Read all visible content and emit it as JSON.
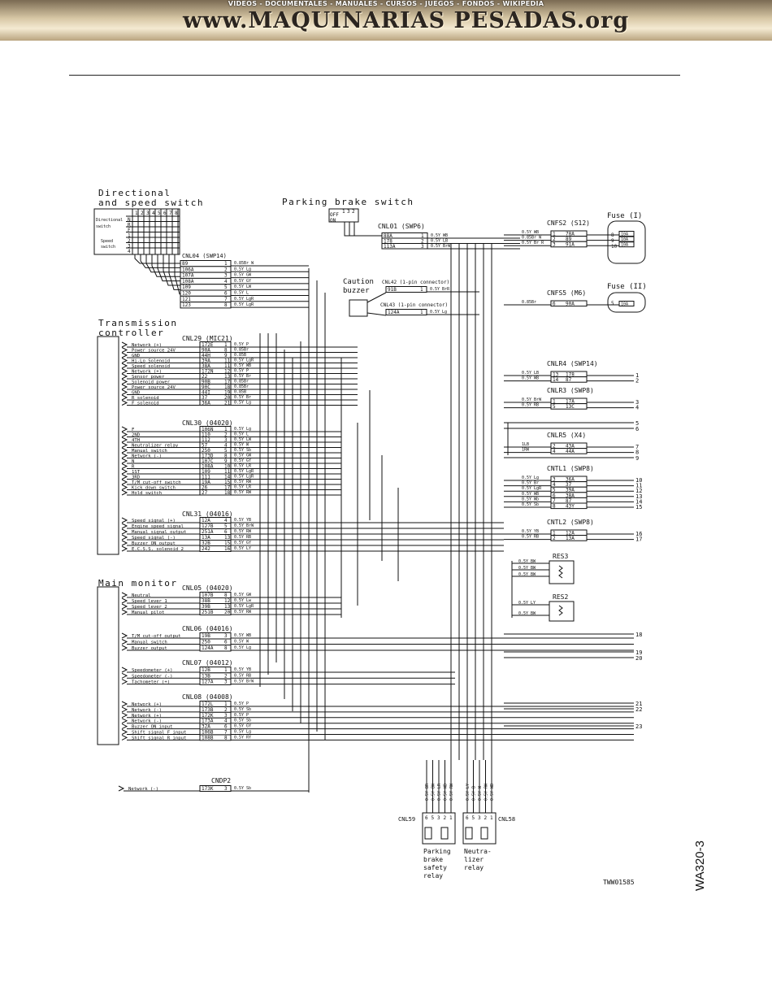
{
  "banner": {
    "top_line": "VIDEOS - DOCUMENTALES - MANUALES - CURSOS - JUEGOS - FONDOS - WIKIPEDIA",
    "site": "www.MAQUINARIAS PESADAS.org"
  },
  "titles": {
    "directional": [
      "Directional",
      "and speed switch"
    ],
    "parking": "Parking brake switch",
    "transmission": [
      "Transmission",
      "controller"
    ],
    "main_monitor": "Main monitor",
    "fuse1": "Fuse (I)",
    "fuse2": "Fuse (II)",
    "caution": [
      "Caution",
      "buzzer"
    ]
  },
  "switch_table": {
    "header": [
      "1",
      "2",
      "3",
      "4",
      "5",
      "6",
      "7",
      "8"
    ],
    "rows": [
      "N",
      "R",
      "F",
      "1",
      "2",
      "3",
      "4"
    ],
    "group1": [
      "Directional",
      "switch"
    ],
    "group2": [
      "Speed",
      "switch"
    ]
  },
  "parking_switch": {
    "rows": [
      "OFF",
      "ON"
    ],
    "cols": [
      "1",
      "3",
      "2"
    ]
  },
  "connectors": {
    "cnl01": "CNL01 (SWP6)",
    "cnl04": "CNL04 (SWP14)",
    "cnl29": "CNL29 (MIC21)",
    "cnl30": "CNL30 (04020)",
    "cnl31": "CNL31 (04016)",
    "cnl05": "CNL05 (04020)",
    "cnl06": "CNL06 (04016)",
    "cnl07": "CNL07 (04012)",
    "cnl08": "CNL08 (04008)",
    "cnfs2": "CNFS2 (S12)",
    "cnfs5": "CNFS5 (M6)",
    "cnl42": "CNL42 (1-pin connector)",
    "cnl43": "CNL43 (1-pin connector)",
    "cnlr4": "CNLR4 (SWP14)",
    "cnlr3": "CNLR3 (SWP8)",
    "cnlr5": "CNLR5 (X4)",
    "cntl1": "CNTL1 (SWP8)",
    "cntl2": "CNTL2 (SWP8)",
    "res3": "RES3",
    "res2": "RES2",
    "cndp2": "CNDP2",
    "cnl59": "CNL59",
    "cnl58": "CNL58"
  },
  "cnl04_rows": [
    {
      "circuit": "89",
      "pin": "1",
      "wire": "0.85Br W"
    },
    {
      "circuit": "106A",
      "pin": "2",
      "wire": "0.5Y Lg"
    },
    {
      "circuit": "107A",
      "pin": "3",
      "wire": "0.5Y GW"
    },
    {
      "circuit": "108A",
      "pin": "4",
      "wire": "0.5Y GY"
    },
    {
      "circuit": "109",
      "pin": "5",
      "wire": "0.5Y LW"
    },
    {
      "circuit": "120",
      "pin": "6",
      "wire": "0.5Y L"
    },
    {
      "circuit": "121",
      "pin": "7",
      "wire": "0.5Y LgR"
    },
    {
      "circuit": "123",
      "pin": "8",
      "wire": "0.5Y LgR"
    }
  ],
  "cnl01_rows": [
    {
      "circuit": "88A",
      "pin": "1",
      "wire": "0.5Y WB"
    },
    {
      "circuit": "178",
      "pin": "2",
      "wire": "0.5Y LB"
    },
    {
      "circuit": "113A",
      "pin": "3",
      "wire": "0.5Y BrW"
    }
  ],
  "cnfs2_rows": [
    {
      "wire": "0.5Y WB",
      "circuit": "78A",
      "pin": "1",
      "fuse": "10A"
    },
    {
      "wire": "0.85Br W",
      "circuit": "89",
      "pin": "2",
      "fuse": "10A"
    },
    {
      "wire": "0.5Y Br R",
      "circuit": "91A",
      "pin": "3",
      "fuse": "10A"
    }
  ],
  "cnfs5_row": {
    "wire": "0.85Br",
    "circuit": "90A",
    "pin": "6",
    "fuse": "10A"
  },
  "fuse_numbers": [
    "8",
    "9",
    "10",
    "5"
  ],
  "cnl42_row": {
    "circuit": "91B",
    "pin": "1",
    "wire": "0.5Y BrR"
  },
  "cnl43_row": {
    "circuit": "124A",
    "pin": "1",
    "wire": "0.5Y Lg"
  },
  "cnl29_rows": [
    {
      "label": "Network (+)",
      "circuit": "172E",
      "pin": "1",
      "wire": "0.5Y P"
    },
    {
      "label": "Power source 24V",
      "circuit": "90A",
      "pin": "8",
      "wire": "0.85Br"
    },
    {
      "label": "GND",
      "circuit": "44H",
      "pin": "9",
      "wire": "0.85B"
    },
    {
      "label": "Hi-Lo Solenoid",
      "circuit": "39A",
      "pin": "11",
      "wire": "0.5Y LgR"
    },
    {
      "label": "Speed solenoid",
      "circuit": "38A",
      "pin": "11",
      "wire": "0.5Y WB"
    },
    {
      "label": "Network (+)",
      "circuit": "172N",
      "pin": "12",
      "wire": "0.5Y P"
    },
    {
      "label": "Sensor power",
      "circuit": "22",
      "pin": "13",
      "wire": "0.5Y Br"
    },
    {
      "label": "Solenoid power",
      "circuit": "90B",
      "pin": "17",
      "wire": "0.85Br"
    },
    {
      "label": "Power source 24V",
      "circuit": "90C",
      "pin": "18",
      "wire": "0.85Br"
    },
    {
      "label": "GND",
      "circuit": "44I",
      "pin": "19",
      "wire": "0.85B"
    },
    {
      "label": "R solenoid",
      "circuit": "37",
      "pin": "20",
      "wire": "0.5Y Br"
    },
    {
      "label": "F solenoid",
      "circuit": "36A",
      "pin": "21",
      "wire": "0.5Y Lg"
    }
  ],
  "cnl30_rows": [
    {
      "label": "F",
      "circuit": "106N",
      "pin": "1",
      "wire": "0.5Y Lg"
    },
    {
      "label": "2ND",
      "circuit": "110",
      "pin": "2",
      "wire": "0.5Y L"
    },
    {
      "label": "4TH",
      "circuit": "112",
      "pin": "3",
      "wire": "0.5Y LW"
    },
    {
      "label": "Neutralizer relay",
      "circuit": "57",
      "pin": "4",
      "wire": "0.5Y W"
    },
    {
      "label": "Manual switch",
      "circuit": "250",
      "pin": "5",
      "wire": "0.5Y Sb"
    },
    {
      "label": "Network (-)",
      "circuit": "173D",
      "pin": "8",
      "wire": "0.5Y GW"
    },
    {
      "label": "N",
      "circuit": "107C",
      "pin": "9",
      "wire": "0.5Y GY"
    },
    {
      "label": "R",
      "circuit": "108A",
      "pin": "10",
      "wire": "0.5Y LR"
    },
    {
      "label": "1ST",
      "circuit": "109",
      "pin": "11",
      "wire": "0.5Y LgR"
    },
    {
      "label": "3RD",
      "circuit": "111",
      "pin": "14",
      "wire": "0.5Y LgR"
    },
    {
      "label": "T/M cut-off switch",
      "circuit": "19A",
      "pin": "15",
      "wire": "0.5Y RW"
    },
    {
      "label": "Kick down switch",
      "circuit": "26",
      "pin": "17",
      "wire": "0.5Y LR"
    },
    {
      "label": "Hold switch",
      "circuit": "27",
      "pin": "18",
      "wire": "0.5Y RW"
    }
  ],
  "cnl31_rows": [
    {
      "label": "Speed signal (+)",
      "circuit": "12A",
      "pin": "4",
      "wire": "0.5Y YB"
    },
    {
      "label": "Engine speed signal",
      "circuit": "127B",
      "pin": "5",
      "wire": "0.5Y BrW"
    },
    {
      "label": "Manual signal output",
      "circuit": "251A",
      "pin": "6",
      "wire": "0.5Y RW"
    },
    {
      "label": "Speed signal (-)",
      "circuit": "13A",
      "pin": "13",
      "wire": "0.5Y RB"
    },
    {
      "label": "Buzzer ON output",
      "circuit": "32B",
      "pin": "15",
      "wire": "0.5Y GY"
    },
    {
      "label": "E.C.S.S. solenoid 2",
      "circuit": "242",
      "pin": "16",
      "wire": "0.5Y LY"
    }
  ],
  "cnl05_rows": [
    {
      "label": "Neutral",
      "circuit": "107B",
      "pin": "8",
      "wire": "0.5Y GW"
    },
    {
      "label": "Speed lever 1",
      "circuit": "38B",
      "pin": "12",
      "wire": "0.5Y Lw"
    },
    {
      "label": "Speed lever 2",
      "circuit": "39B",
      "pin": "13",
      "wire": "0.5Y LgR"
    },
    {
      "label": "Manual pilot",
      "circuit": "251B",
      "pin": "20",
      "wire": "0.5Y RW"
    }
  ],
  "cnl06_rows": [
    {
      "label": "T/M cut-off output",
      "circuit": "19B",
      "pin": "3",
      "wire": "0.5Y WB"
    },
    {
      "label": "Manual switch",
      "circuit": "250",
      "pin": "6",
      "wire": "0.5Y W"
    },
    {
      "label": "Buzzer output",
      "circuit": "124A",
      "pin": "8",
      "wire": "0.5Y Lg"
    }
  ],
  "cnl07_rows": [
    {
      "label": "Speedometer (+)",
      "circuit": "12B",
      "pin": "1",
      "wire": "0.5Y YB"
    },
    {
      "label": "Speedometer (-)",
      "circuit": "13B",
      "pin": "2",
      "wire": "0.5Y RB"
    },
    {
      "label": "Tachometer (+)",
      "circuit": "127A",
      "pin": "3",
      "wire": "0.5Y BrW"
    }
  ],
  "cnl08_rows": [
    {
      "label": "Network (+)",
      "circuit": "172L",
      "pin": "1",
      "wire": "0.5Y P"
    },
    {
      "label": "Network (-)",
      "circuit": "173B",
      "pin": "2",
      "wire": "0.5Y Sb"
    },
    {
      "label": "Network (+)",
      "circuit": "172K",
      "pin": "3",
      "wire": "0.5Y P"
    },
    {
      "label": "Network (-)",
      "circuit": "173A",
      "pin": "4",
      "wire": "0.5Y Sb"
    },
    {
      "label": "Buzzer ON input",
      "circuit": "32A",
      "pin": "6",
      "wire": "0.5Y GY"
    },
    {
      "label": "Shift signal F input",
      "circuit": "106B",
      "pin": "7",
      "wire": "0.5Y Lg"
    },
    {
      "label": "Shift signal R input",
      "circuit": "108B",
      "pin": "8",
      "wire": "0.5Y RY"
    }
  ],
  "cndp2_row": {
    "label": "Network (-)",
    "circuit": "173K",
    "pin": "3",
    "wire": "0.5Y Sb"
  },
  "cnlr4_rows": [
    {
      "wire": "0.5Y LB",
      "circuit": "178",
      "pin": "13",
      "term": "1"
    },
    {
      "wire": "0.5Y WB",
      "circuit": "87",
      "pin": "14",
      "term": "2"
    }
  ],
  "cnlr3_rows": [
    {
      "wire": "0.5Y BrW",
      "circuit": "17A",
      "pin": "1",
      "term": "3"
    },
    {
      "wire": "0.5Y RB",
      "circuit": "13C",
      "pin": "5",
      "term": "4"
    }
  ],
  "cnlr5_rows": [
    {
      "wire": "1LB",
      "circuit": "43A",
      "pin": "2",
      "term": "7"
    },
    {
      "wire": "1RW",
      "circuit": "44A",
      "pin": "4",
      "term": "8"
    }
  ],
  "cntl1_rows": [
    {
      "wire": "0.5Y Lg",
      "circuit": "36A",
      "pin": "3",
      "term": "10"
    },
    {
      "wire": "0.5Y Br",
      "circuit": "37",
      "pin": "4",
      "term": "11"
    },
    {
      "wire": "0.5Y LgR",
      "circuit": "39A",
      "pin": "5",
      "term": "12"
    },
    {
      "wire": "0.5Y WB",
      "circuit": "38A",
      "pin": "6",
      "term": "13"
    },
    {
      "wire": "0.5Y Wb",
      "circuit": "87",
      "pin": "7",
      "term": "14"
    },
    {
      "wire": "0.5Y Sb",
      "circuit": "43Y",
      "pin": "8",
      "term": "15"
    }
  ],
  "cntl2_rows": [
    {
      "wire": "0.5Y YB",
      "circuit": "12A",
      "pin": "1",
      "term": "16"
    },
    {
      "wire": "0.5Y RB",
      "circuit": "13A",
      "pin": "2",
      "term": "17"
    }
  ],
  "res3_wires": [
    "0.5Y BW",
    "0.5Y BW",
    "0.5Y BW"
  ],
  "res2_wires": [
    "0.5Y LY",
    "0.5Y BW"
  ],
  "extra_terms": [
    "5",
    "6",
    "9",
    "18",
    "19",
    "20",
    "21",
    "22",
    "23"
  ],
  "relay_cnl59": {
    "pins": [
      "6",
      "5",
      "3",
      "2",
      "1"
    ],
    "wires": [
      "0.5Y BR",
      "0.5Y BW",
      "0.5Y LR",
      "0.5Y WB",
      "0.5Y RW"
    ],
    "label": [
      "Parking",
      "brake",
      "safety",
      "relay"
    ]
  },
  "relay_cnl58": {
    "pins": [
      "6",
      "5",
      "3",
      "2",
      "1"
    ],
    "wires": [
      "0.5Y LY",
      "0.5Y B",
      "0.5Y W",
      "0.5Y RW",
      "0.5Y WB"
    ],
    "label": [
      "Neutra-",
      "lizer",
      "relay"
    ]
  },
  "drawing_code": "TWW01585",
  "side_code": "WA320-3"
}
